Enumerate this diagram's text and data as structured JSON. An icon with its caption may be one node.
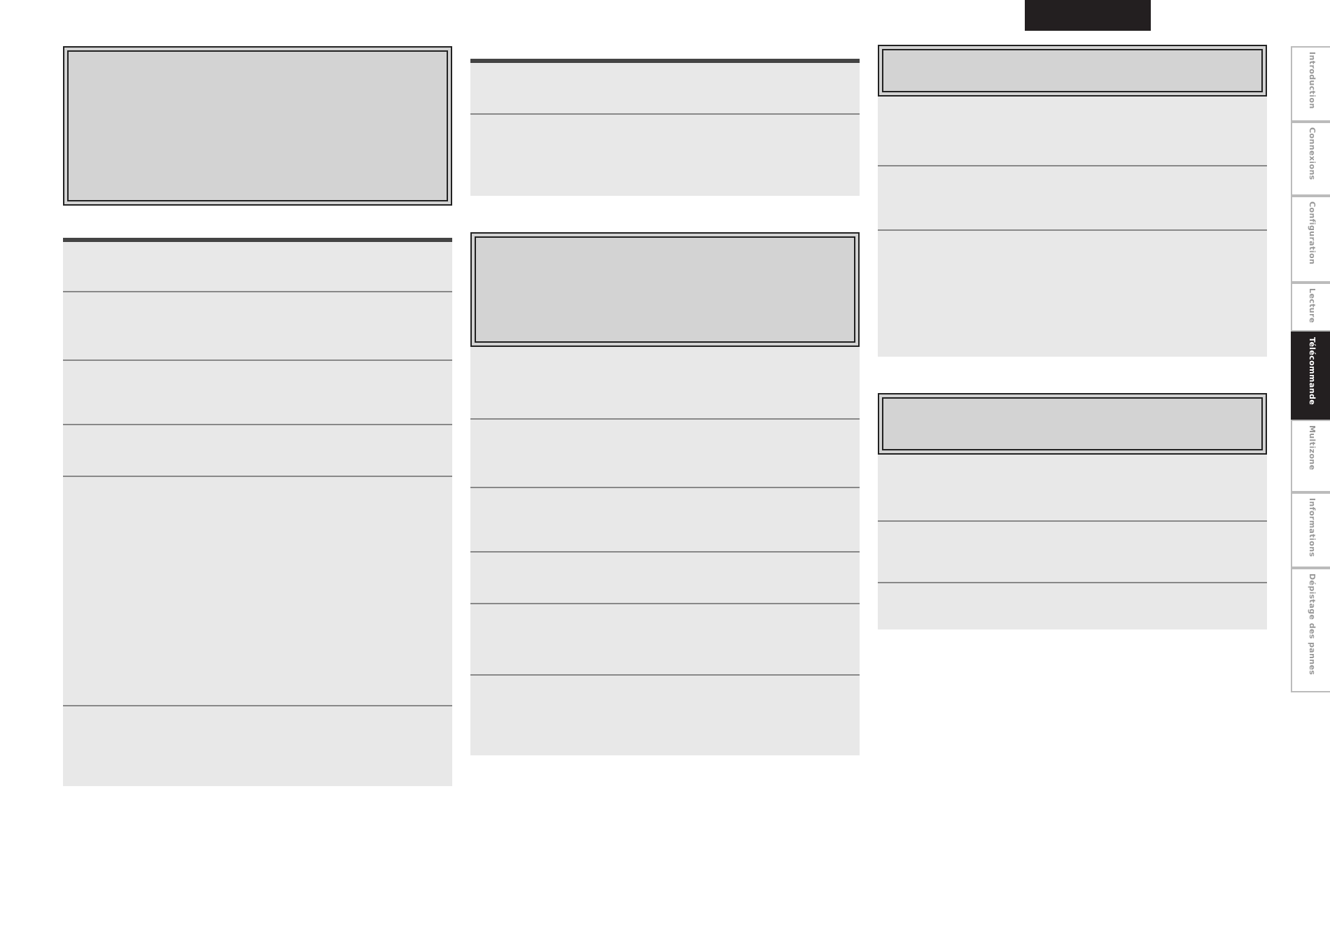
{
  "diagram": {
    "labels": [
      "Introduction",
      "Connexions",
      "Configuration",
      "Lecture",
      "Télécommande",
      "Multizone",
      "Informations",
      "Dépistage des pannes"
    ]
  }
}
